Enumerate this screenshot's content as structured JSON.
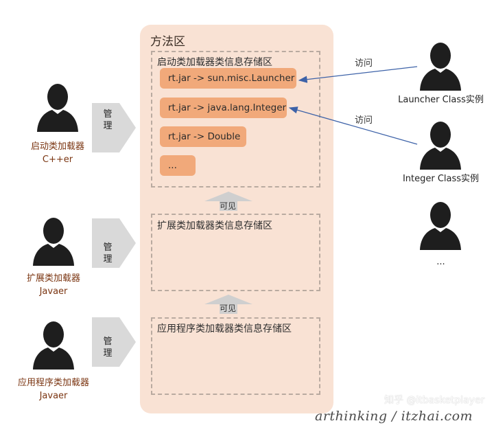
{
  "method_area": {
    "title": "方法区",
    "bootstrap_region": {
      "label": "启动类加载器类信息存储区",
      "entries": [
        "rt.jar -> sun.misc.Launcher",
        "rt.jar -> java.lang.Integer",
        "rt.jar -> Double",
        "..."
      ]
    },
    "visible_label_1": "可见",
    "extension_region": {
      "label": "扩展类加载器类信息存储区"
    },
    "visible_label_2": "可见",
    "application_region": {
      "label": "应用程序类加载器类信息存储区"
    }
  },
  "loaders": [
    {
      "name": "启动类加载器",
      "impl": "C++er",
      "manage_label": "管理"
    },
    {
      "name": "扩展类加载器",
      "impl": "Javaer",
      "manage_label": "管理"
    },
    {
      "name": "应用程序类加载器",
      "impl": "Javaer",
      "manage_label": "管理"
    }
  ],
  "instances": [
    {
      "caption": "Launcher Class实例",
      "visit_label": "访问"
    },
    {
      "caption": "Integer Class实例",
      "visit_label": "访问"
    },
    {
      "caption": "..."
    }
  ],
  "watermarks": {
    "signature": "arthinking / itzhai.com",
    "zhihu": "知乎 @itbasketplayer"
  },
  "colors": {
    "method_area_bg": "#f9e2d4",
    "entry_bg": "#f1a97a",
    "person": "#1e1e1e",
    "manage_arrow": "#d9d9d9",
    "visit_arrow": "#3d62a8",
    "loader_caption": "#7a3410"
  }
}
